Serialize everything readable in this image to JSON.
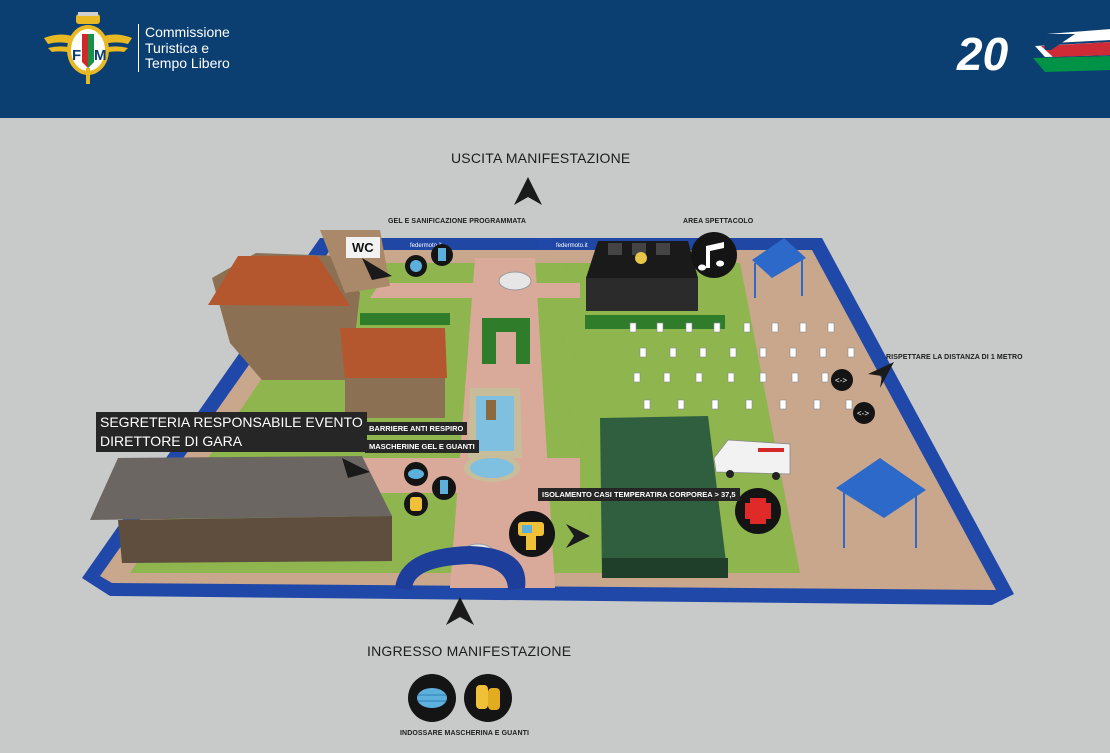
{
  "header": {
    "org_lines": [
      "Commissione",
      "Turistica e",
      "Tempo Libero"
    ],
    "logo_letters": "FMI",
    "badge_text": "20",
    "colors": {
      "navy": "#0b3f72",
      "italy_green": "#009246",
      "italy_red": "#ce2b37"
    }
  },
  "map": {
    "exit_label": "USCITA MANIFESTAZIONE",
    "entrance_label": "INGRESSO MANIFESTAZIONE",
    "wc_label": "WC",
    "sanitizing_label": "GEL E SANIFICAZIONE PROGRAMMATA",
    "stage_label": "AREA SPETTACOLO",
    "distance_label": "RISPETTARE LA DISTANZA DI 1 METRO",
    "secretariat_line1": "SEGRETERIA RESPONSABILE EVENTO",
    "secretariat_line2": "DIRETTORE DI GARA",
    "barriers_label": "BARRIERE ANTI RESPIRO",
    "masks_label": "MASCHERINE GEL E GUANTI",
    "isolation_label": "ISOLAMENTO CASI TEMPERATIRA CORPOREA > 37,5",
    "wear_label": "INDOSSARE MASCHERINA E GUANTI",
    "banner_text": "federmoto.it",
    "icons": [
      "wc-sign",
      "gel-bottle",
      "music-note",
      "mask",
      "gloves",
      "thermometer",
      "first-aid-cross",
      "distance-arrows",
      "ambulance",
      "gazebo"
    ]
  }
}
